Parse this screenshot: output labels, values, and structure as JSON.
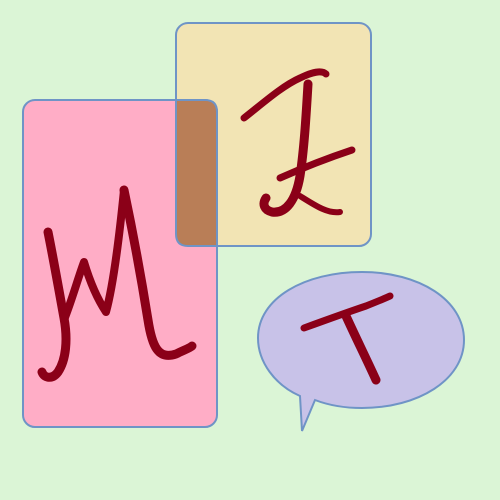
{
  "colors": {
    "background": "#dbf5d6",
    "pink_card": "#ffadc6",
    "yellow_card": "#f2e4b4",
    "overlap": "#b97e57",
    "bubble": "#c8c2e8",
    "outline": "#6f94c6",
    "letter": "#8b0018"
  },
  "icons": {
    "pink_card": "rounded-rectangle",
    "yellow_card": "rounded-rectangle",
    "bubble": "speech-bubble"
  },
  "letters": {
    "m": "M",
    "f": "F",
    "t": "T"
  }
}
